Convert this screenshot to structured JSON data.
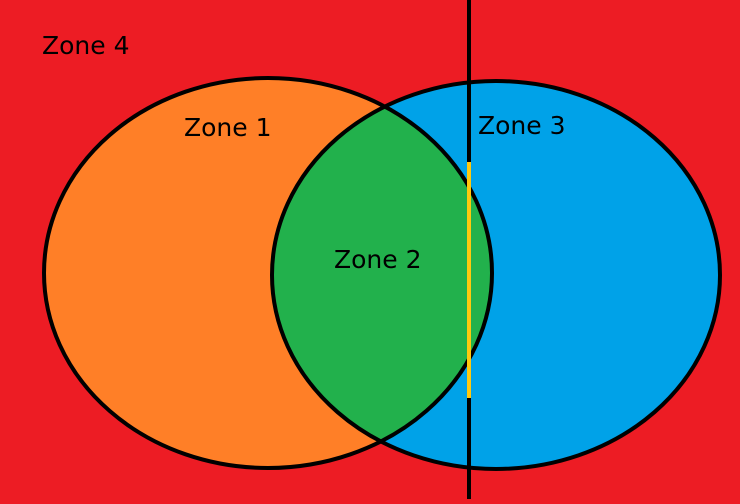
{
  "zones": {
    "zone1": "Zone 1",
    "zone2": "Zone 2",
    "zone3": "Zone 3",
    "zone4": "Zone 4"
  },
  "colors": {
    "background_zone4": "#ed1c24",
    "circle_left_zone1": "#ff7f27",
    "circle_right_zone3": "#00a2e8",
    "overlap_zone2": "#22b14c",
    "outline": "#000000",
    "highlight_segment": "#ffc90e"
  }
}
